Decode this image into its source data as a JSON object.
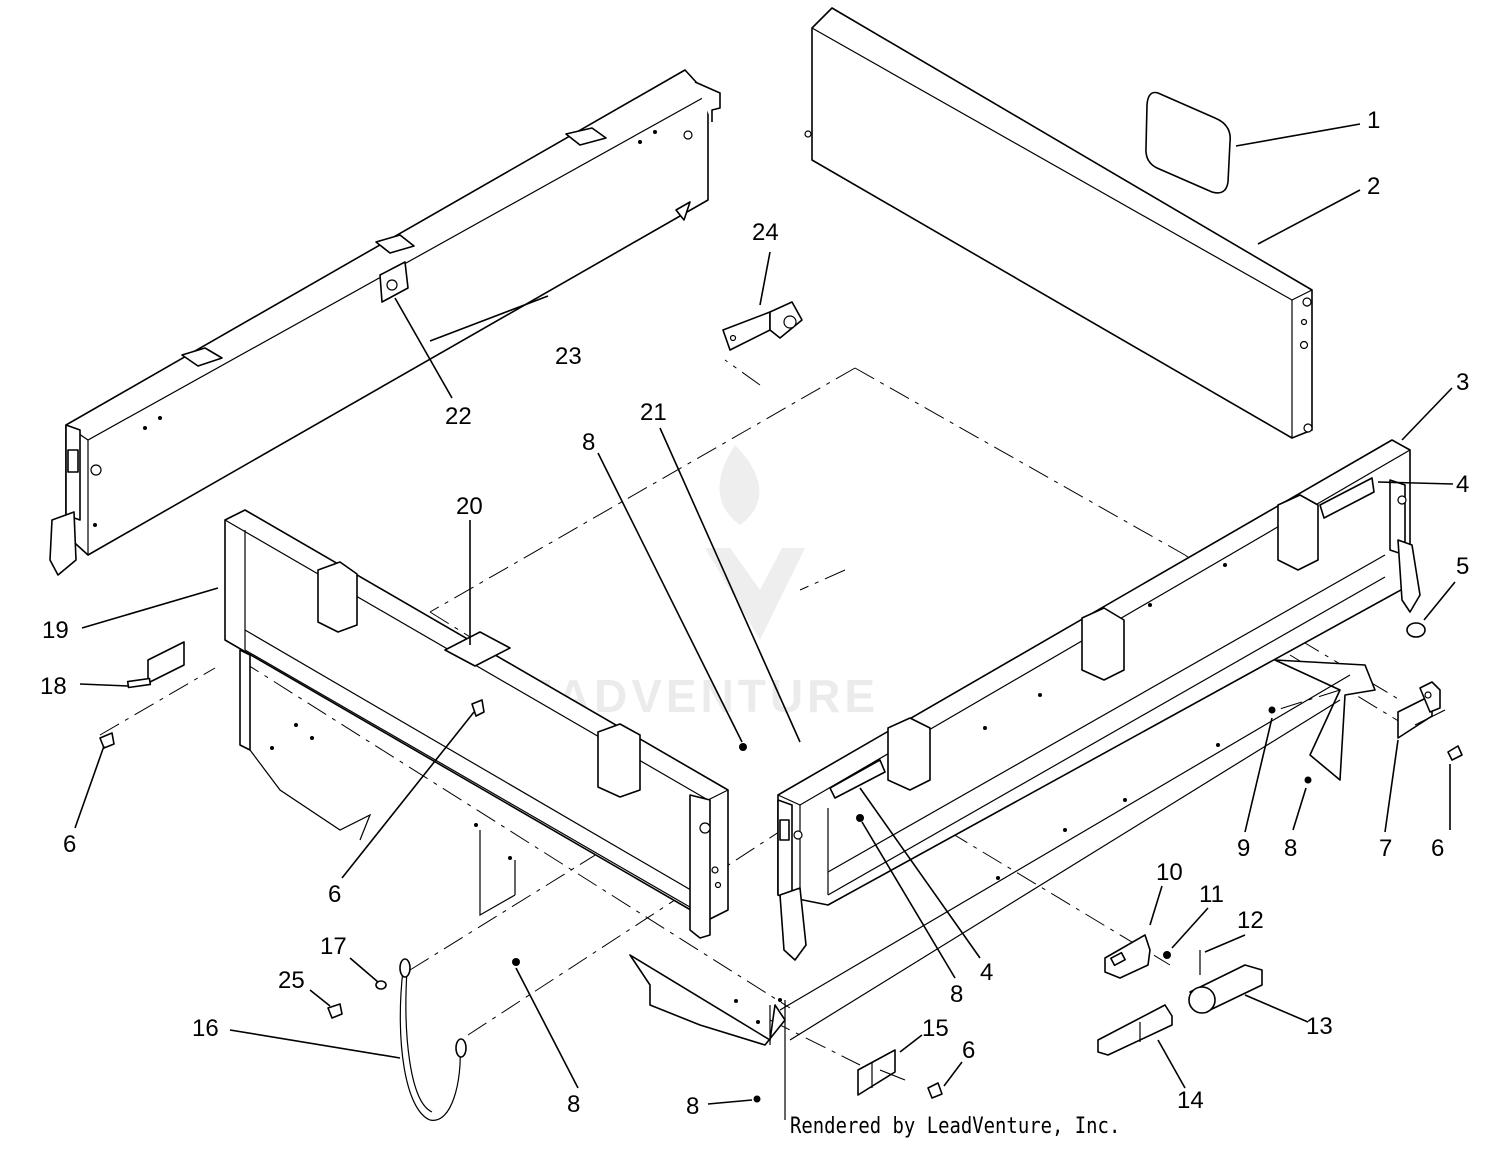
{
  "diagram": {
    "watermark": "LEADVENTURE",
    "credit": "Rendered by LeadVenture, Inc.",
    "callouts": [
      {
        "id": "c1",
        "label": "1"
      },
      {
        "id": "c2",
        "label": "2"
      },
      {
        "id": "c3",
        "label": "3"
      },
      {
        "id": "c4a",
        "label": "4"
      },
      {
        "id": "c4b",
        "label": "4"
      },
      {
        "id": "c5",
        "label": "5"
      },
      {
        "id": "c6a",
        "label": "6"
      },
      {
        "id": "c6b",
        "label": "6"
      },
      {
        "id": "c6c",
        "label": "6"
      },
      {
        "id": "c6d",
        "label": "6"
      },
      {
        "id": "c7",
        "label": "7"
      },
      {
        "id": "c8a",
        "label": "8"
      },
      {
        "id": "c8b",
        "label": "8"
      },
      {
        "id": "c8c",
        "label": "8"
      },
      {
        "id": "c8d",
        "label": "8"
      },
      {
        "id": "c8e",
        "label": "8"
      },
      {
        "id": "c9",
        "label": "9"
      },
      {
        "id": "c10",
        "label": "10"
      },
      {
        "id": "c11",
        "label": "11"
      },
      {
        "id": "c12",
        "label": "12"
      },
      {
        "id": "c13",
        "label": "13"
      },
      {
        "id": "c14",
        "label": "14"
      },
      {
        "id": "c15",
        "label": "15"
      },
      {
        "id": "c16",
        "label": "16"
      },
      {
        "id": "c17",
        "label": "17"
      },
      {
        "id": "c18",
        "label": "18"
      },
      {
        "id": "c19",
        "label": "19"
      },
      {
        "id": "c20",
        "label": "20"
      },
      {
        "id": "c21",
        "label": "21"
      },
      {
        "id": "c22",
        "label": "22"
      },
      {
        "id": "c23",
        "label": "23"
      },
      {
        "id": "c24",
        "label": "24"
      },
      {
        "id": "c25",
        "label": "25"
      }
    ]
  }
}
